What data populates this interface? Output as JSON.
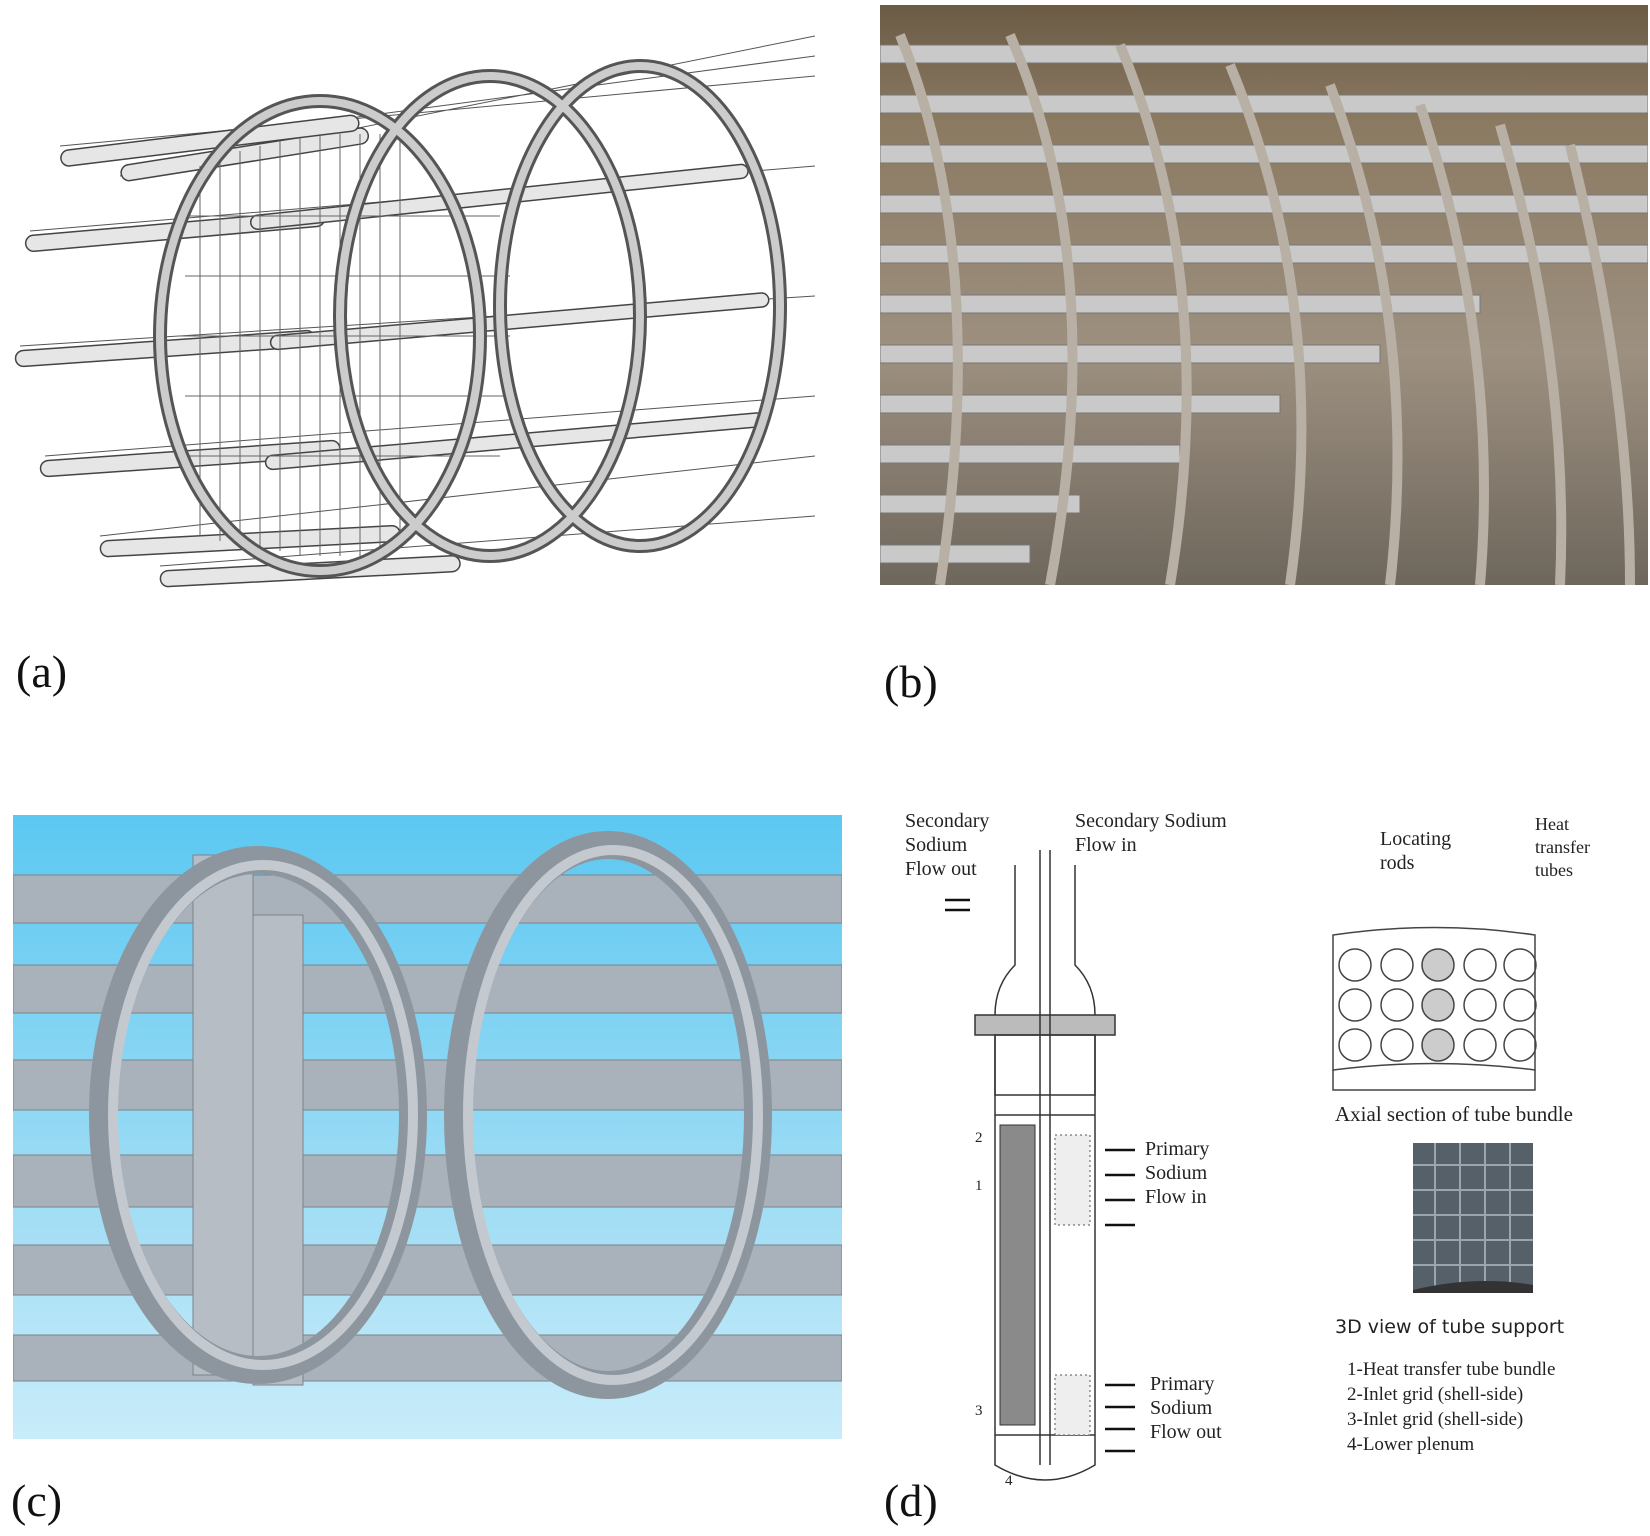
{
  "panels": {
    "a": {
      "label": "(a)"
    },
    "b": {
      "label": "(b)"
    },
    "c": {
      "label": "(c)"
    },
    "d": {
      "label": "(d)",
      "secondary_out": [
        "Secondary",
        "Sodium",
        "Flow out"
      ],
      "secondary_in": [
        "Secondary  Sodium",
        "Flow in"
      ],
      "primary_in": [
        "Primary",
        "Sodium",
        "Flow in"
      ],
      "primary_out": [
        "Primary",
        "Sodium",
        "Flow out"
      ],
      "locating_rods": [
        "Locating",
        "rods"
      ],
      "heat_transfer_tubes": [
        "Heat",
        "transfer",
        "tubes"
      ],
      "axial_caption": "Axial section of  tube bundle",
      "support_caption": "3D view of tube support",
      "part_numbers": [
        "1",
        "2",
        "3",
        "4"
      ],
      "legend": [
        "1-Heat transfer  tube bundle",
        "2-Inlet grid (shell-side)",
        "3-Inlet grid (shell-side)",
        "4-Lower plenum"
      ]
    }
  }
}
